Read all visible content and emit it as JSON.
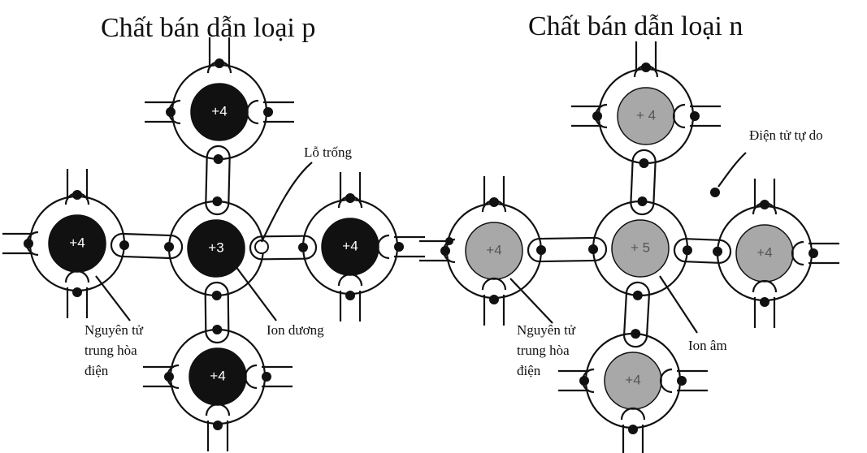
{
  "left_panel": {
    "title": "Chất bán dẫn loại p",
    "atoms": [
      {
        "charge": "+4"
      },
      {
        "charge": "+4"
      },
      {
        "charge": "+3"
      },
      {
        "charge": "+4"
      },
      {
        "charge": "+4"
      }
    ],
    "labels": {
      "hole": "Lỗ trống",
      "neutral_line1": "Nguyên tử",
      "neutral_line2": "trung hòa",
      "neutral_line3": "điện",
      "ion": "Ion dương"
    },
    "colors": {
      "core": "#111111",
      "core_text": "#ffffff"
    }
  },
  "right_panel": {
    "title": "Chất bán dẫn loại n",
    "atoms": [
      {
        "charge": "+ 4"
      },
      {
        "charge": "+4"
      },
      {
        "charge": "+ 5"
      },
      {
        "charge": "+4"
      },
      {
        "charge": "+4"
      }
    ],
    "labels": {
      "free_electron": "Điện tử tự do",
      "neutral_line1": "Nguyên tử",
      "neutral_line2": "trung hòa",
      "neutral_line3": "điện",
      "ion": "Ion âm"
    },
    "colors": {
      "core": "#a8a8a8",
      "core_text": "#555555"
    }
  }
}
